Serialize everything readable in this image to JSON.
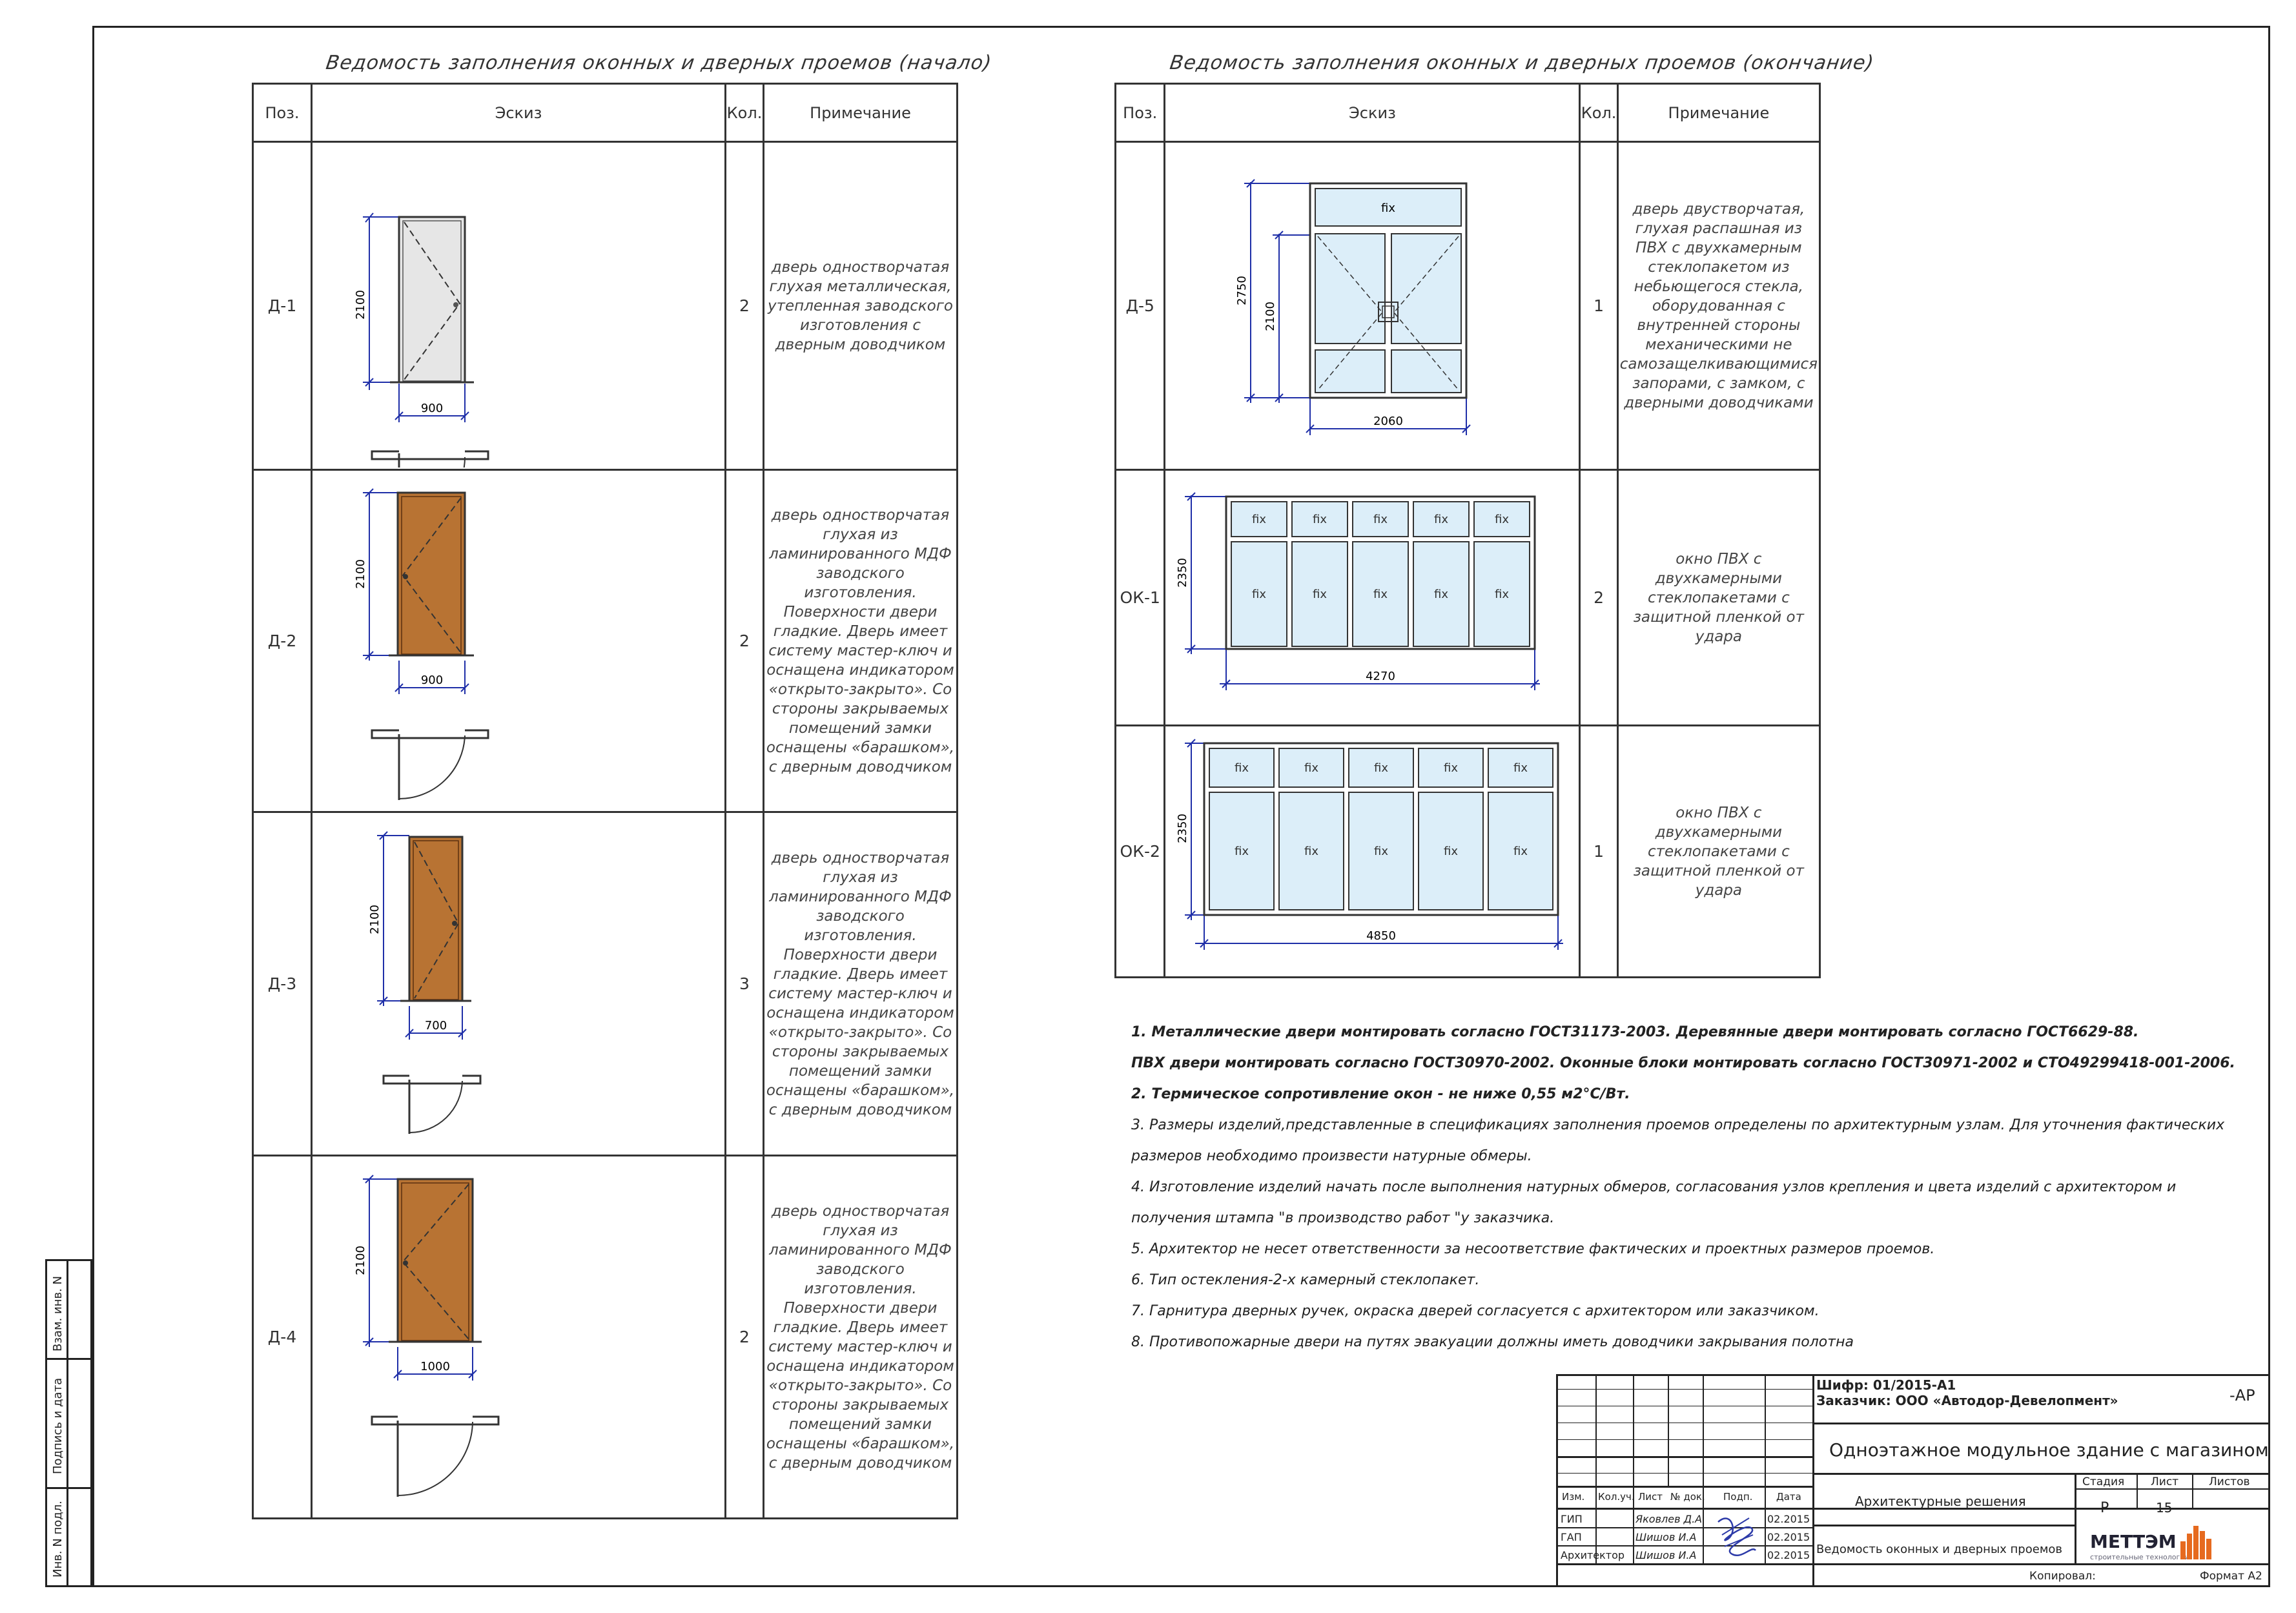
{
  "left_table": {
    "title": "Ведомость заполнения оконных и дверных проемов (начало)",
    "headers": {
      "pos": "Поз.",
      "sketch": "Эскиз",
      "qty": "Кол.",
      "note": "Примечание"
    },
    "rows": [
      {
        "pos": "Д-1",
        "qty": "2",
        "height": "2100",
        "width": "900",
        "note": "дверь одностворчатая глухая металлическая, утепленная заводского изготовления с дверным доводчиком"
      },
      {
        "pos": "Д-2",
        "qty": "2",
        "height": "2100",
        "width": "900",
        "note": "дверь одностворчатая глухая из ламинированного МДФ заводского изготовления. Поверхности двери гладкие. Дверь имеет систему мастер-ключ и оснащена индикатором «открыто-закрыто». Со стороны закрываемых помещений замки оснащены «барашком», с дверным доводчиком"
      },
      {
        "pos": "Д-3",
        "qty": "3",
        "height": "2100",
        "width": "700",
        "note": "дверь одностворчатая глухая из ламинированного МДФ заводского изготовления. Поверхности двери гладкие. Дверь имеет систему мастер-ключ и оснащена индикатором «открыто-закрыто». Со стороны закрываемых помещений замки оснащены «барашком», с дверным доводчиком"
      },
      {
        "pos": "Д-4",
        "qty": "2",
        "height": "2100",
        "width": "1000",
        "note": "дверь одностворчатая глухая из ламинированного МДФ заводского изготовления. Поверхности двери гладкие. Дверь имеет систему мастер-ключ и оснащена индикатором «открыто-закрыто». Со стороны закрываемых помещений замки оснащены «барашком», с дверным доводчиком"
      }
    ]
  },
  "right_table": {
    "title": "Ведомость заполнения оконных и дверных проемов (окончание)",
    "headers": {
      "pos": "Поз.",
      "sketch": "Эскиз",
      "qty": "Кол.",
      "note": "Примечание"
    },
    "fix_label": "fix",
    "rows": [
      {
        "pos": "Д-5",
        "qty": "1",
        "height": "2750",
        "height2": "2100",
        "width": "2060",
        "note": "дверь двустворчатая, глухая распашная из ПВХ с двухкамерным стеклопакетом из небьющегося стекла, оборудованная с внутренней стороны механическими не самозащелкивающимися запорами, с замком, с дверными доводчиками"
      },
      {
        "pos": "ОК-1",
        "qty": "2",
        "height": "2350",
        "width": "4270",
        "note": "окно ПВХ с двухкамерными стеклопакетами с защитной пленкой от удара"
      },
      {
        "pos": "ОК-2",
        "qty": "1",
        "height": "2350",
        "width": "4850",
        "note": "окно ПВХ с двухкамерными стеклопакетами с защитной пленкой от удара"
      }
    ]
  },
  "notes": [
    "1. Металлические двери монтировать согласно ГОСТ31173-2003. Деревянные двери монтировать согласно ГОСТ6629-88.",
    "ПВХ двери монтировать согласно ГОСТ30970-2002. Оконные блоки монтировать согласно ГОСТ30971-2002 и СТО49299418-001-2006.",
    "2. Термическое сопротивление окон - не ниже 0,55 м2°С/Вт.",
    "3. Размеры изделий,представленные в спецификациях заполнения проемов определены по архитектурным узлам. Для уточнения фактических",
    "размеров необходимо произвести натурные обмеры.",
    "4. Изготовление изделий начать после выполнения натурных обмеров, согласования узлов крепления и цвета изделий с архитектором и",
    "получения штампа \"в производство работ \"у заказчика.",
    "5. Архитектор не несет ответственности за несоответствие фактических и проектных размеров проемов.",
    "6. Тип остекления-2-х камерный стеклопакет.",
    "7. Гарнитура дверных ручек, окраска дверей согласуется с архитектором или заказчиком.",
    "8. Противопожарные двери на путях эвакуации должны иметь доводчики закрывания полотна"
  ],
  "stamp": {
    "cipher": "Шифр: 01/2015-А1",
    "customer": "Заказчик: ООО «Автодор-Девелопмент»",
    "mark": "-АР",
    "project": "Одноэтажное модульное здание с магазином",
    "col_headers": [
      "Изм.",
      "Кол.уч.",
      "Лист",
      "№ док.",
      "Подп.",
      "Дата"
    ],
    "section": "Архитектурные решения",
    "stage_label": "Стадия",
    "sheet_label": "Лист",
    "sheets_label": "Листов",
    "stage": "Р",
    "sheet": "15",
    "sheets": "",
    "people": [
      {
        "role": "ГИП",
        "name": "Яковлев Д.А",
        "date": "02.2015"
      },
      {
        "role": "ГАП",
        "name": "Шишов И.А",
        "date": "02.2015"
      },
      {
        "role": "Архитектор",
        "name": "Шишов И.А",
        "date": "02.2015"
      }
    ],
    "sheet_title": "Ведомость оконных и дверных проемов",
    "logo": "МЕТТЭМ",
    "logo_sub": "строительные технологии",
    "copied": "Копировал:",
    "format": "Формат А2"
  },
  "side_stamp": [
    "Взам. инв. N",
    "Подпись и дата",
    "Инв. N подл."
  ],
  "colors": {
    "door_wood": "#b87333",
    "glass": "#dceef9",
    "metal": "#e6e6e6",
    "dim": "#1f2fa8"
  }
}
